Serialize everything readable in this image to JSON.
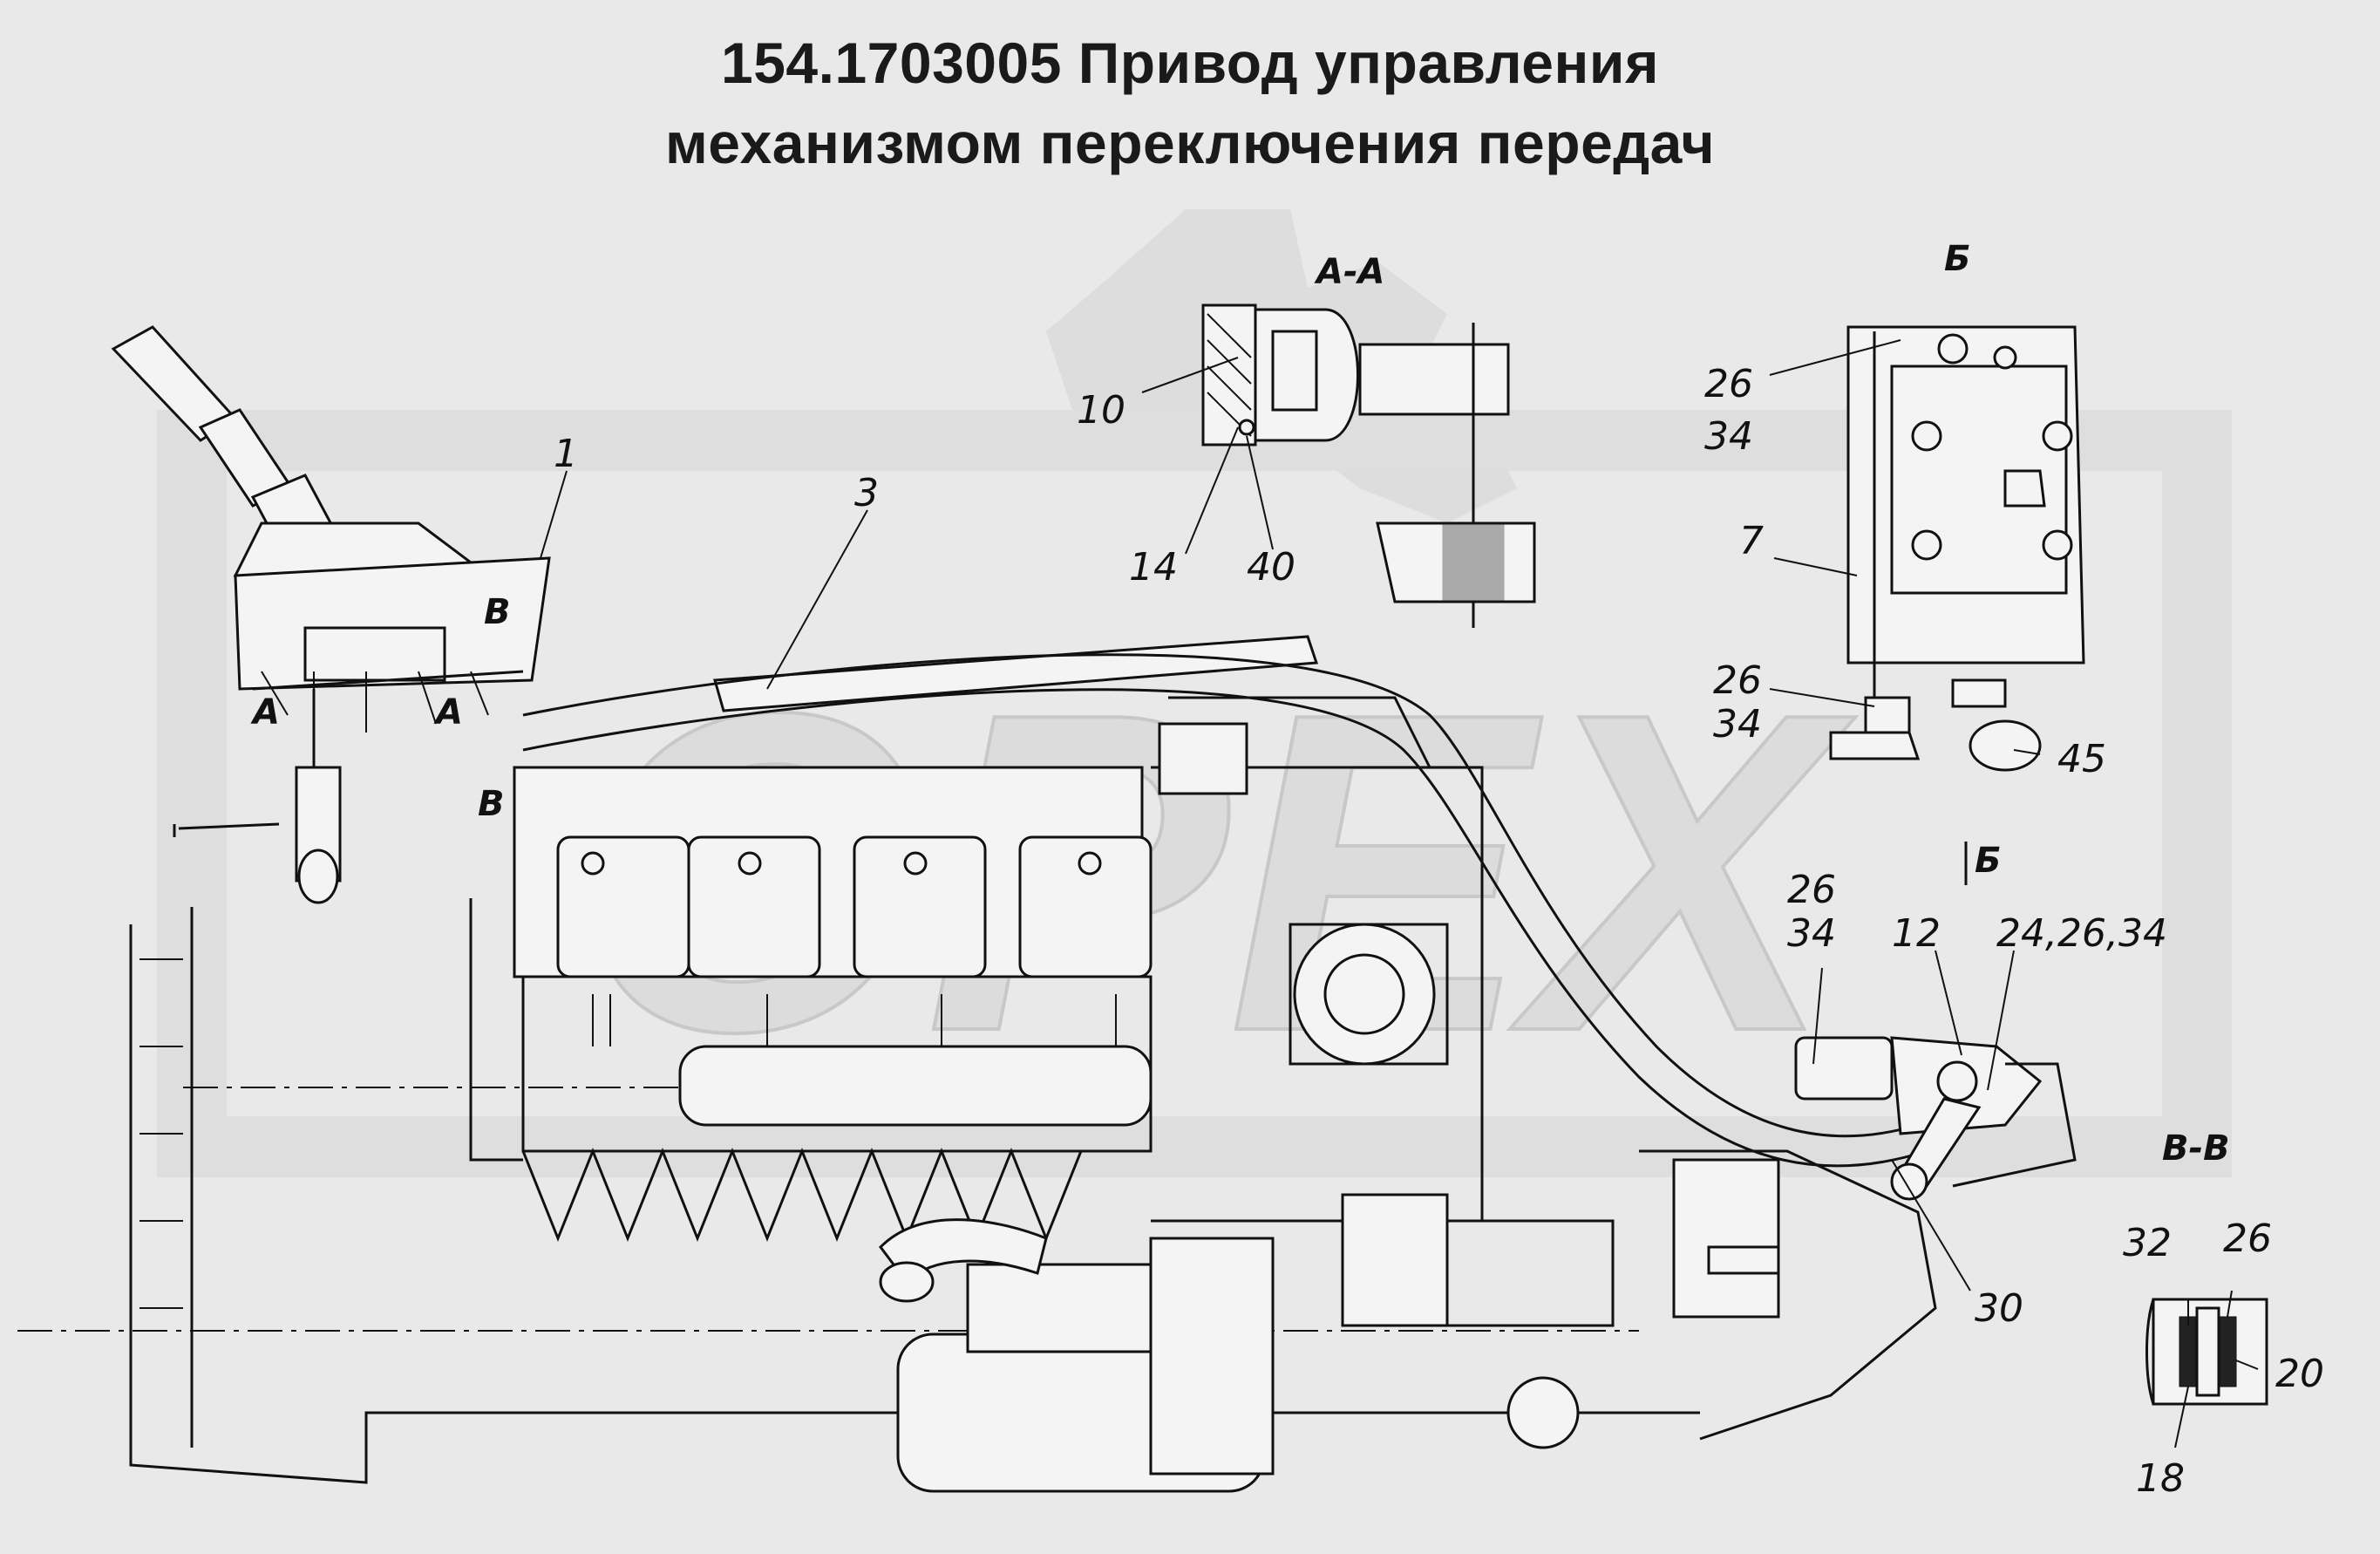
{
  "title": {
    "line1": "154.1703005 Привод управления",
    "line2": "механизмом переключения передач"
  },
  "section_labels": {
    "aa": "А-А",
    "b": "Б",
    "b_arrow": "Б",
    "vv": "В-В",
    "a_left": "А",
    "a_mid": "А",
    "v_top": "В",
    "v_bottom": "В"
  },
  "callouts": {
    "c1": "1",
    "c3": "3",
    "c7": "7",
    "c10": "10",
    "c12": "12",
    "c14": "14",
    "c18": "18",
    "c20": "20",
    "c26a": "26",
    "c34a": "34",
    "c26b": "26",
    "c34b": "34",
    "c26c": "26",
    "c34c": "34",
    "c26d": "26",
    "c30": "30",
    "c32": "32",
    "c40": "40",
    "c45": "45",
    "c24_26_34": "24,26,34"
  },
  "watermark": "ОРЕХ",
  "colors": {
    "background": "#e9e9e9",
    "watermark": "#d7d7d7",
    "ink": "#111111"
  }
}
